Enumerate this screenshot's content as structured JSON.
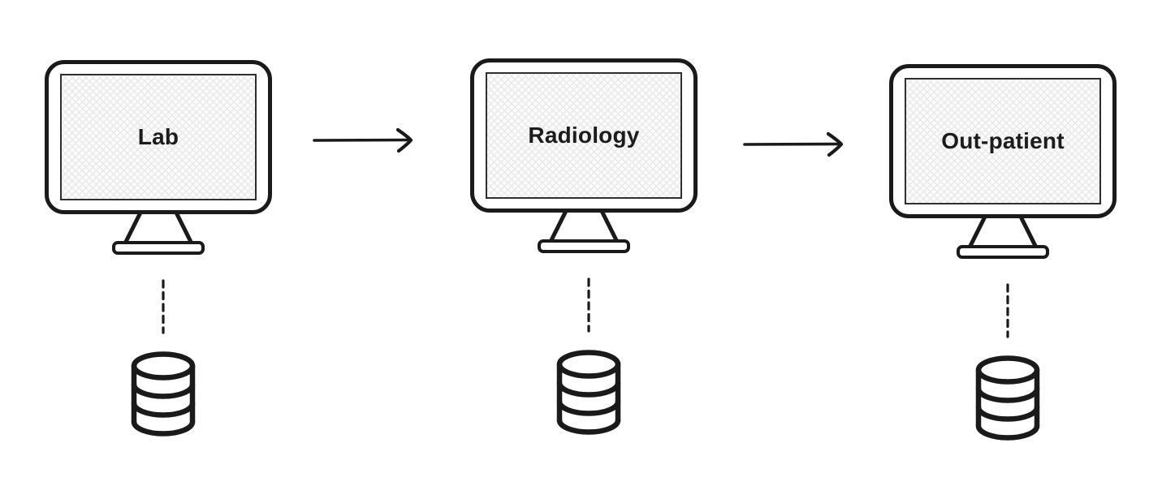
{
  "diagram": {
    "colors": {
      "stroke": "#1a1a1a",
      "label": "#1c1c1c",
      "screen_fill": "#fbfbfb",
      "hatch": "#e9e9e9",
      "background": "#ffffff"
    },
    "nodes": [
      {
        "id": "lab",
        "label": "Lab",
        "icon": "monitor-icon",
        "storage": "database-icon"
      },
      {
        "id": "radiology",
        "label": "Radiology",
        "icon": "monitor-icon",
        "storage": "database-icon"
      },
      {
        "id": "out_patient",
        "label": "Out-patient",
        "icon": "monitor-icon",
        "storage": "database-icon"
      }
    ],
    "edges": [
      {
        "from": "Lab",
        "to": "Radiology",
        "type": "arrow-right"
      },
      {
        "from": "Radiology",
        "to": "Out-patient",
        "type": "arrow-right"
      },
      {
        "from": "Lab",
        "to": "database",
        "type": "dashed-line"
      },
      {
        "from": "Radiology",
        "to": "database",
        "type": "dashed-line"
      },
      {
        "from": "Out-patient",
        "to": "database",
        "type": "dashed-line"
      }
    ]
  }
}
